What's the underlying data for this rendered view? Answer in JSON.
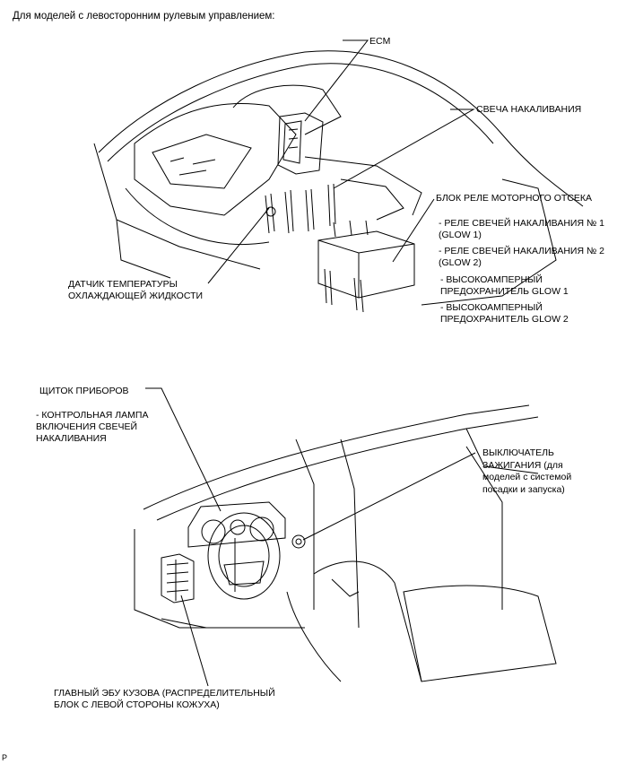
{
  "heading": "Для моделей с левосторонним рулевым управлением:",
  "engine_labels": {
    "ecm": "ECM",
    "glow_plug": "СВЕЧА НАКАЛИВАНИЯ",
    "relay_block": "БЛОК РЕЛЕ МОТОРНОГО ОТСЕКА",
    "relay_glow1_a": "- РЕЛЕ СВЕЧЕЙ НАКАЛИВАНИЯ № 1",
    "relay_glow1_b": "(GLOW 1)",
    "relay_glow2_a": "- РЕЛЕ СВЕЧЕЙ НАКАЛИВАНИЯ № 2",
    "relay_glow2_b": "(GLOW 2)",
    "fuse_glow1_a": "- ВЫСОКОАМПЕРНЫЙ",
    "fuse_glow1_b": "ПРЕДОХРАНИТЕЛЬ GLOW 1",
    "fuse_glow2_a": "- ВЫСОКОАМПЕРНЫЙ",
    "fuse_glow2_b": "ПРЕДОХРАНИТЕЛЬ GLOW 2",
    "coolant_a": "ДАТЧИК ТЕМПЕРАТУРЫ",
    "coolant_b": "ОХЛАЖДАЮЩЕЙ ЖИДКОСТИ"
  },
  "cabin_labels": {
    "cluster": "ЩИТОК ПРИБОРОВ",
    "lamp_a": "- КОНТРОЛЬНАЯ ЛАМПА",
    "lamp_b": "ВКЛЮЧЕНИЯ СВЕЧЕЙ",
    "lamp_c": "НАКАЛИВАНИЯ",
    "ignition_a": "ВЫКЛЮЧАТЕЛЬ",
    "ignition_b": "ЗАЖИГАНИЯ (для",
    "ignition_c": "моделей с системой",
    "ignition_d": "посадки и запуска)",
    "body_ecu_a": "ГЛАВНЫЙ ЭБУ КУЗОВА (РАСПРЕДЕЛИТЕЛЬНЫЙ",
    "body_ecu_b": "БЛОК С ЛЕВОЙ СТОРОНЫ КОЖУХА)"
  },
  "corner_mark": "P"
}
